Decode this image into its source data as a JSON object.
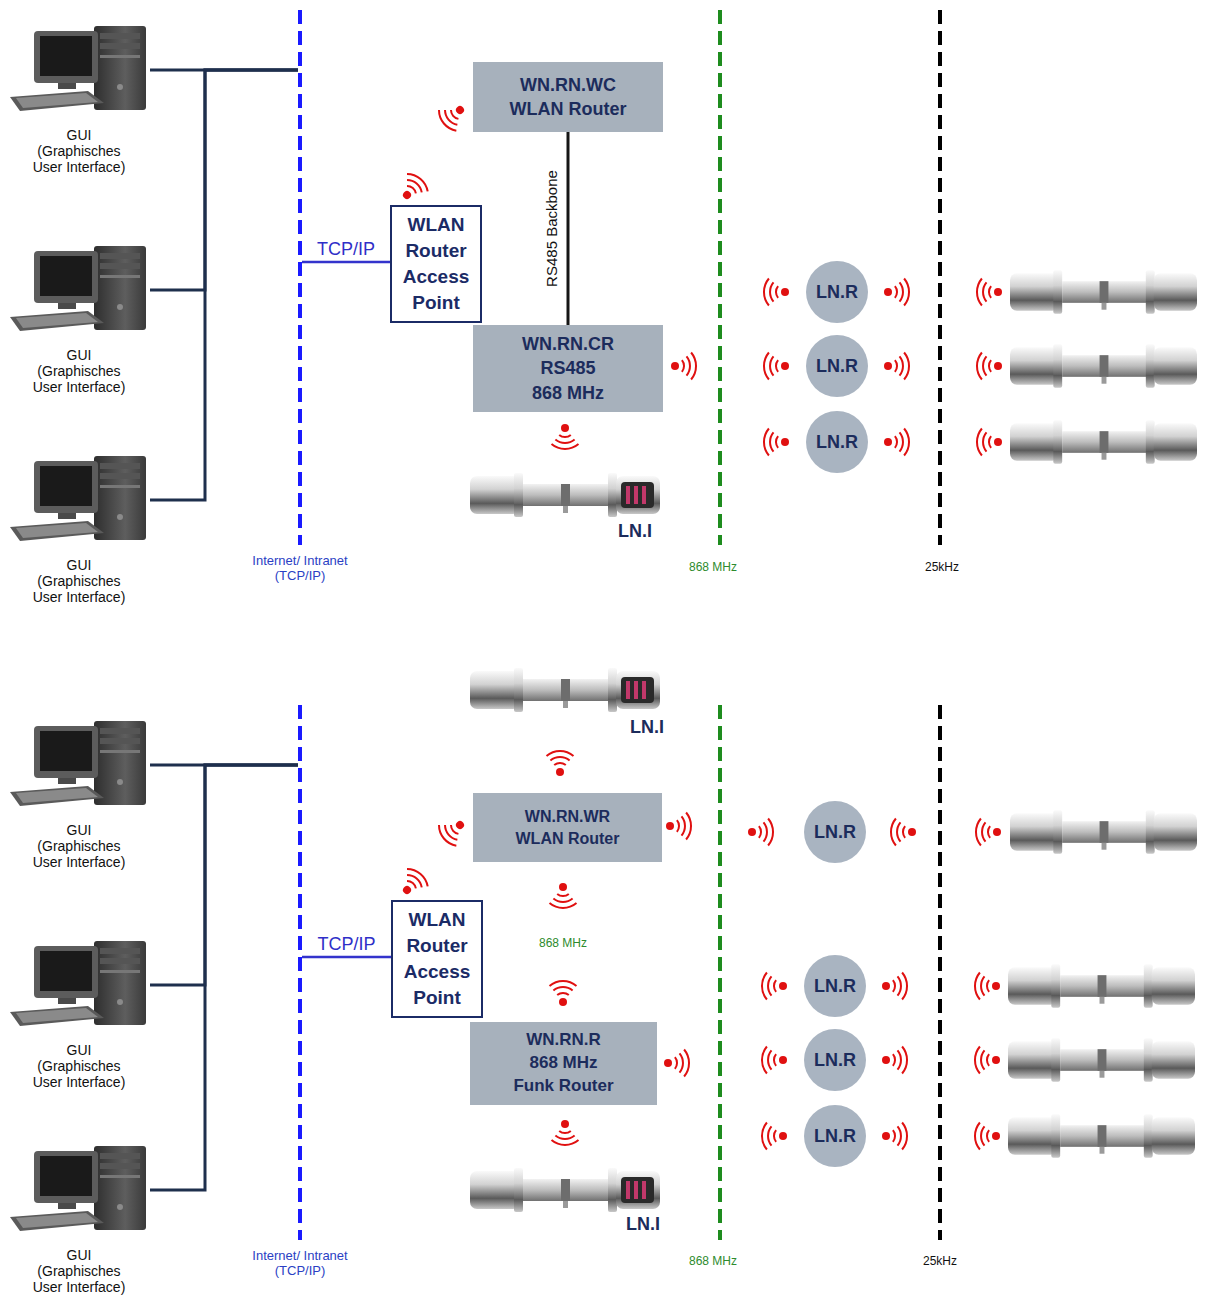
{
  "diagram": {
    "nodes": [
      {
        "text": [
          "GUI",
          "(Graphisches User Interface)"
        ]
      },
      {
        "text": [
          "GUI",
          "(Graphisches User Interface)"
        ]
      },
      {
        "text": [
          "GUI",
          "(Graphisches User Interface)"
        ]
      },
      {
        "text": [
          "Internet/ Intranet (TCP/IP)"
        ]
      },
      {
        "text": [
          "WLAN Router Access Point"
        ]
      },
      {
        "text": [
          "WN.RN.WC",
          "WLAN Router"
        ]
      },
      {
        "text": [
          "WN.RN.CR",
          "RS485",
          "868 MHz"
        ]
      },
      {
        "text": [
          "LN.R"
        ]
      },
      {
        "text": [
          "LN.R"
        ]
      },
      {
        "text": [
          "LN.R"
        ]
      },
      {
        "text": [
          "GUI",
          "(Graphisches User Interface)"
        ]
      },
      {
        "text": [
          "GUI",
          "(Graphisches User Interface)"
        ]
      },
      {
        "text": [
          "GUI",
          "(Graphisches User Interface)"
        ]
      },
      {
        "text": [
          "Internet/ Intranet (TCP/IP)"
        ]
      },
      {
        "text": [
          "WLAN Router Access Point"
        ]
      },
      {
        "text": [
          "WN.RN.WR",
          "WLAN Router"
        ]
      },
      {
        "text": [
          "WN.RN.R",
          "868 MHz",
          "Funk Router"
        ]
      },
      {
        "text": [
          "LN.R"
        ]
      },
      {
        "text": [
          "LN.R"
        ]
      },
      {
        "text": [
          "LN.R"
        ]
      },
      {
        "text": [
          "LN.R"
        ]
      }
    ],
    "edges": [
      {
        "from": 0,
        "to": 3,
        "arrow": "none"
      },
      {
        "from": 1,
        "to": 3,
        "arrow": "none"
      },
      {
        "from": 2,
        "to": 3,
        "arrow": "none"
      },
      {
        "from": 3,
        "to": 4,
        "label": "TCP/IP",
        "arrow": "none"
      },
      {
        "from": 5,
        "to": 6,
        "label": "RS485 Backbone",
        "arrow": "none"
      },
      {
        "from": 10,
        "to": 13,
        "arrow": "none"
      },
      {
        "from": 11,
        "to": 13,
        "arrow": "none"
      },
      {
        "from": 12,
        "to": 13,
        "arrow": "none"
      },
      {
        "from": 13,
        "to": 14,
        "label": "TCP/IP",
        "arrow": "none"
      }
    ],
    "labels": [
      "LN.I",
      "868 MHz",
      "25kHz",
      "LN.I",
      "868 MHz",
      "LN.I",
      "868 MHz",
      "25kHz"
    ]
  }
}
